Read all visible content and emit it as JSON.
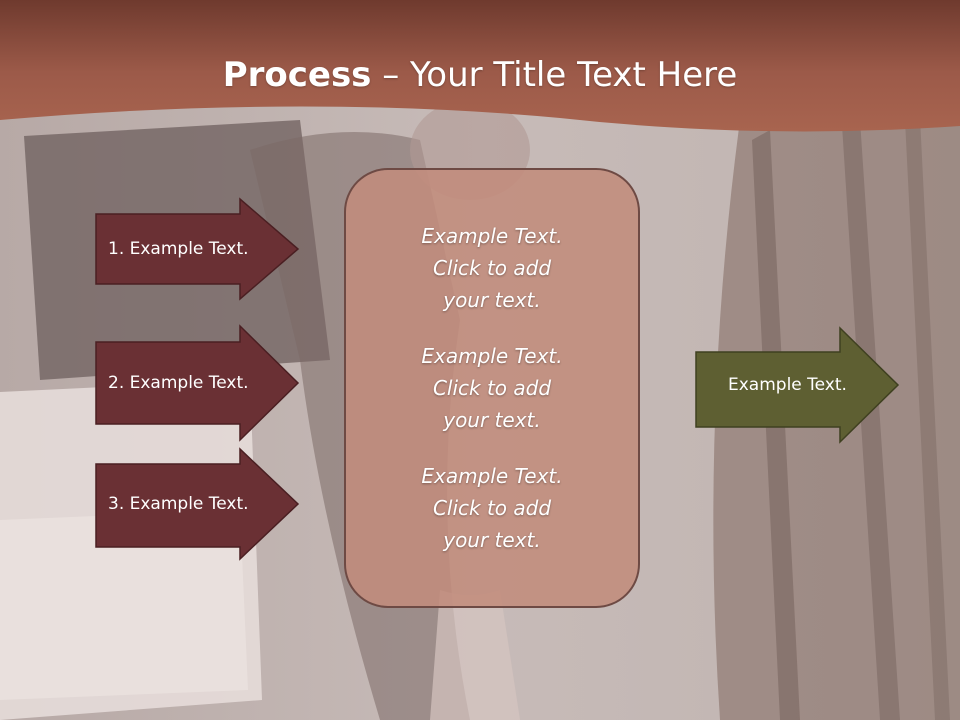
{
  "slide": {
    "title_bold": "Process",
    "title_rest": " – Your Title Text Here",
    "inputs": [
      {
        "label": "1. Example Text."
      },
      {
        "label": "2. Example Text."
      },
      {
        "label": "3. Example Text."
      }
    ],
    "center_items": [
      {
        "line1": "Example Text.",
        "line2": "Click  to add",
        "line3": "your text."
      },
      {
        "line1": "Example Text.",
        "line2": "Click  to add",
        "line3": "your text."
      },
      {
        "line1": "Example Text.",
        "line2": "Click  to add",
        "line3": "your text."
      }
    ],
    "output": {
      "label": "Example Text."
    }
  },
  "colors": {
    "header": "#a4604f",
    "input_arrow": "#6a3034",
    "center_fill": "#c18c7c",
    "output_arrow": "#5e5f32"
  }
}
